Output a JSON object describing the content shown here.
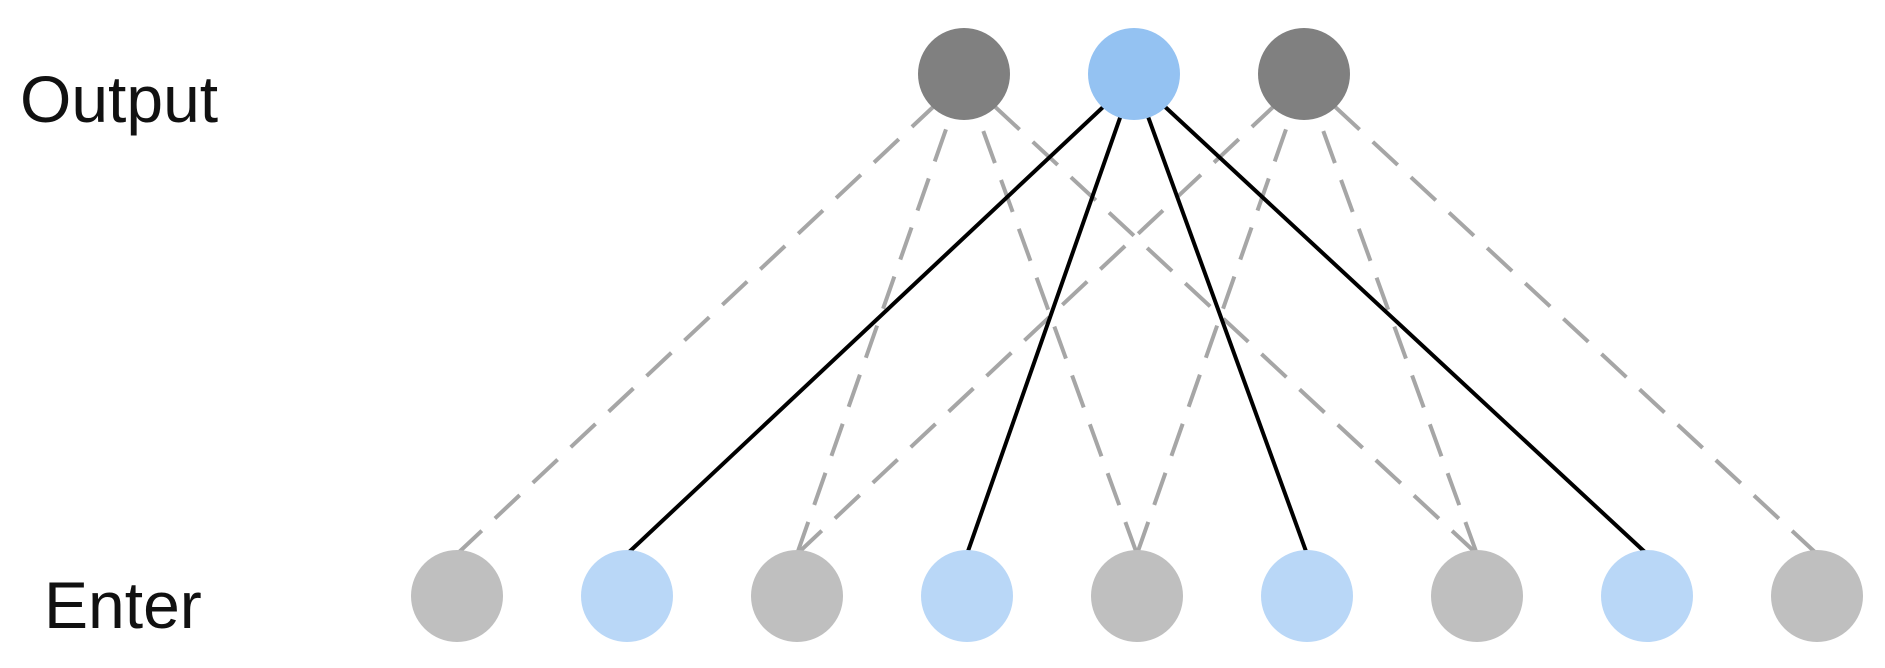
{
  "diagram": {
    "labels": {
      "output": "Output",
      "input": "Enter"
    },
    "colors": {
      "output_inactive": "#808080",
      "output_active": "#94c2f2",
      "input_inactive": "#bfbfbf",
      "input_active": "#b9d7f7",
      "dashed_edge": "#a6a6a6",
      "solid_edge": "#000000"
    },
    "output_nodes": [
      {
        "id": "o0",
        "active": false
      },
      {
        "id": "o1",
        "active": true
      },
      {
        "id": "o2",
        "active": false
      }
    ],
    "input_nodes": [
      {
        "id": "i0",
        "active": false
      },
      {
        "id": "i1",
        "active": true
      },
      {
        "id": "i2",
        "active": false
      },
      {
        "id": "i3",
        "active": true
      },
      {
        "id": "i4",
        "active": false
      },
      {
        "id": "i5",
        "active": true
      },
      {
        "id": "i6",
        "active": false
      },
      {
        "id": "i7",
        "active": true
      },
      {
        "id": "i8",
        "active": false
      }
    ],
    "edges": [
      {
        "from": "i0",
        "to": "o0",
        "style": "dashed"
      },
      {
        "from": "i2",
        "to": "o0",
        "style": "dashed"
      },
      {
        "from": "i4",
        "to": "o0",
        "style": "dashed"
      },
      {
        "from": "i6",
        "to": "o0",
        "style": "dashed"
      },
      {
        "from": "i2",
        "to": "o2",
        "style": "dashed"
      },
      {
        "from": "i4",
        "to": "o2",
        "style": "dashed"
      },
      {
        "from": "i6",
        "to": "o2",
        "style": "dashed"
      },
      {
        "from": "i8",
        "to": "o2",
        "style": "dashed"
      },
      {
        "from": "i1",
        "to": "o1",
        "style": "solid"
      },
      {
        "from": "i3",
        "to": "o1",
        "style": "solid"
      },
      {
        "from": "i5",
        "to": "o1",
        "style": "solid"
      },
      {
        "from": "i7",
        "to": "o1",
        "style": "solid"
      }
    ]
  }
}
